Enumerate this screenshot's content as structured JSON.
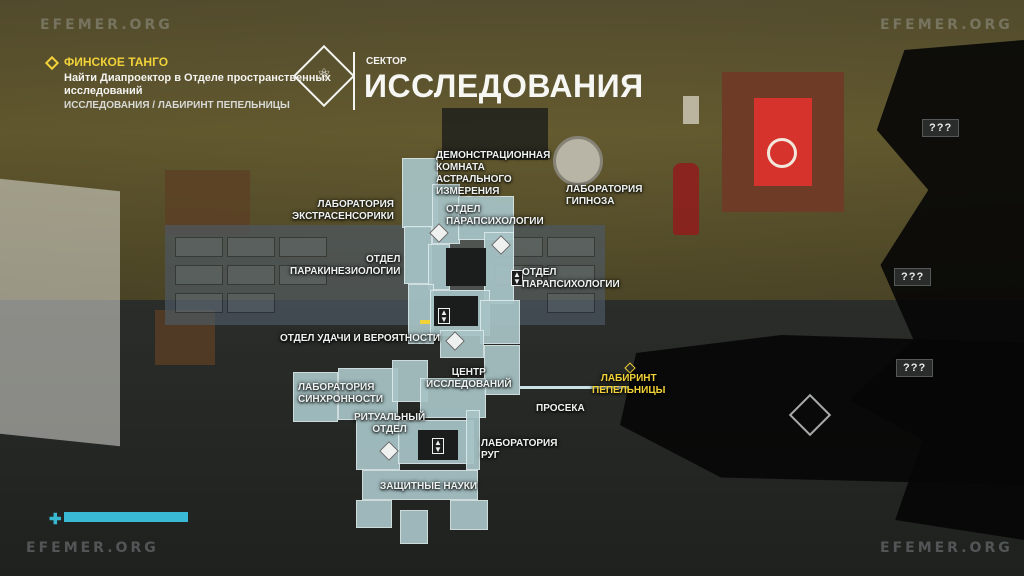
{
  "watermark": "EFEMER.ORG",
  "objective": {
    "title": "ФИНСКОЕ ТАНГО",
    "description": "Найти Диапроектор в Отделе пространственных исследований",
    "location": "ИССЛЕДОВАНИЯ / ЛАБИРИНТ ПЕПЕЛЬНИЦЫ"
  },
  "sector": {
    "label": "СЕКТОР",
    "name": "ИССЛЕДОВАНИЯ",
    "icon": "research-atom-icon"
  },
  "map_labels": {
    "demo_room": "ДЕМОНСТРАЦИОННАЯ\nКОМНАТА\nАСТРАЛЬНОГО\nИЗМЕРЕНИЯ",
    "hypnosis_lab": "ЛАБОРАТОРИЯ\nГИПНОЗА",
    "esp_lab": "ЛАБОРАТОРИЯ\nЭКСТРАСЕНСОРИКИ",
    "parapsych_1": "ОТДЕЛ\nПАРАПСИХОЛОГИИ",
    "parakinesis": "ОТДЕЛ\nПАРАКИНЕЗИОЛОГИИ",
    "parapsych_2": "ОТДЕЛ\nПАРАПСИХОЛОГИИ",
    "luck": "ОТДЕЛ УДАЧИ И ВЕРОЯТНОСТИ",
    "sync_lab": "ЛАБОРАТОРИЯ\nСИНХРОННОСТИ",
    "research_center": "ЦЕНТР\nИССЛЕДОВАНИЙ",
    "ashtray_maze": "ЛАБИРИНТ\nПЕПЕЛЬНИЦЫ",
    "clearing": "ПРОСЕКА",
    "ritual": "РИТУАЛЬНЫЙ\nОТДЕЛ",
    "rug_lab": "ЛАБОРАТОРИЯ\nРУГ",
    "protective": "ЗАЩИТНЫЕ НАУКИ"
  },
  "unknown_markers": [
    "???",
    "???",
    "???"
  ],
  "health": {
    "fraction": 1.0,
    "color": "#3ab9d4"
  },
  "colors": {
    "accent": "#f1d238",
    "map": "#a7c3c6"
  }
}
